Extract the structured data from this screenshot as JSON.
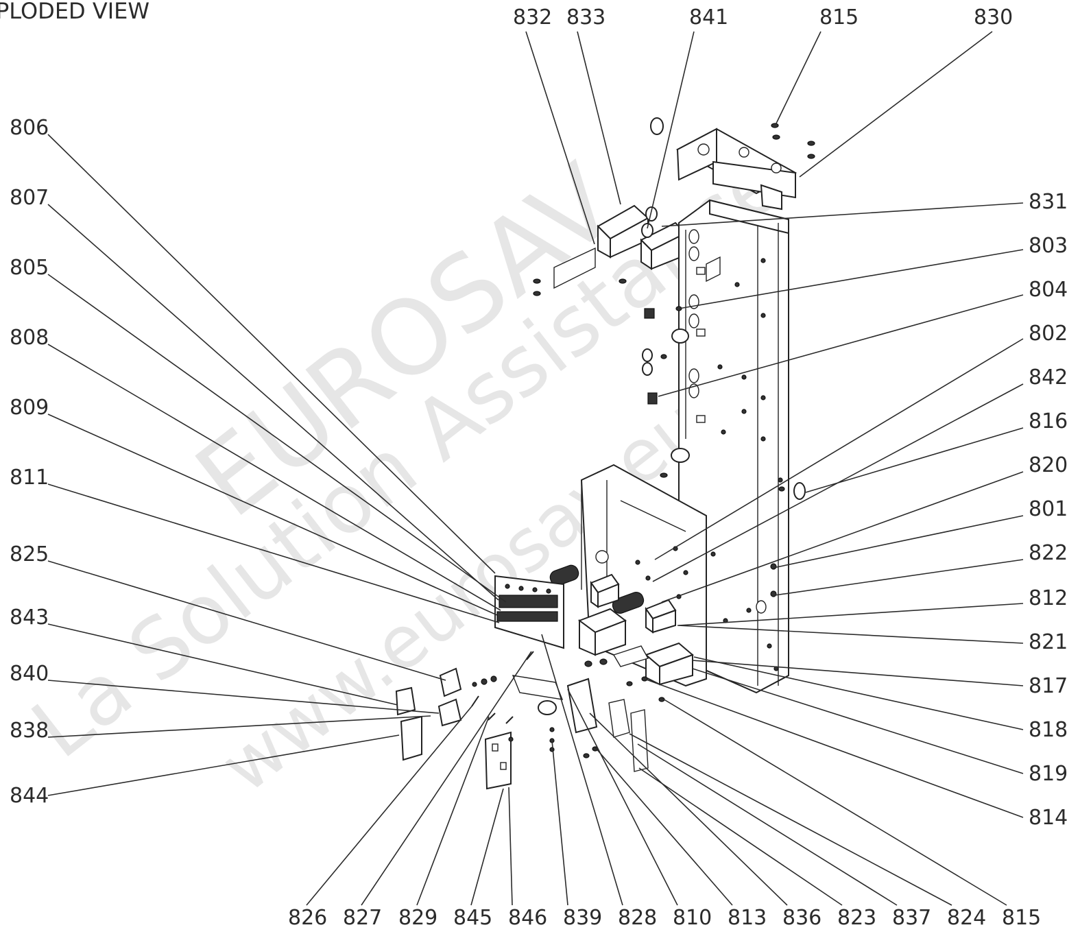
{
  "title": "PLODED VIEW",
  "watermark": {
    "line1": "EUROSAV",
    "line2": "La Solution Assistance",
    "line3": "www.eurosav.eu"
  },
  "callouts": {
    "top": [
      "832",
      "833",
      "841",
      "815",
      "830"
    ],
    "left": [
      "806",
      "807",
      "805",
      "808",
      "809",
      "811",
      "825",
      "843",
      "840",
      "838",
      "844"
    ],
    "right": [
      "831",
      "803",
      "804",
      "802",
      "842",
      "816",
      "820",
      "801",
      "822",
      "812",
      "821",
      "817",
      "818",
      "819",
      "814"
    ],
    "bottom": [
      "826",
      "827",
      "829",
      "845",
      "846",
      "839",
      "828",
      "810",
      "813",
      "836",
      "823",
      "837",
      "824",
      "815"
    ]
  }
}
